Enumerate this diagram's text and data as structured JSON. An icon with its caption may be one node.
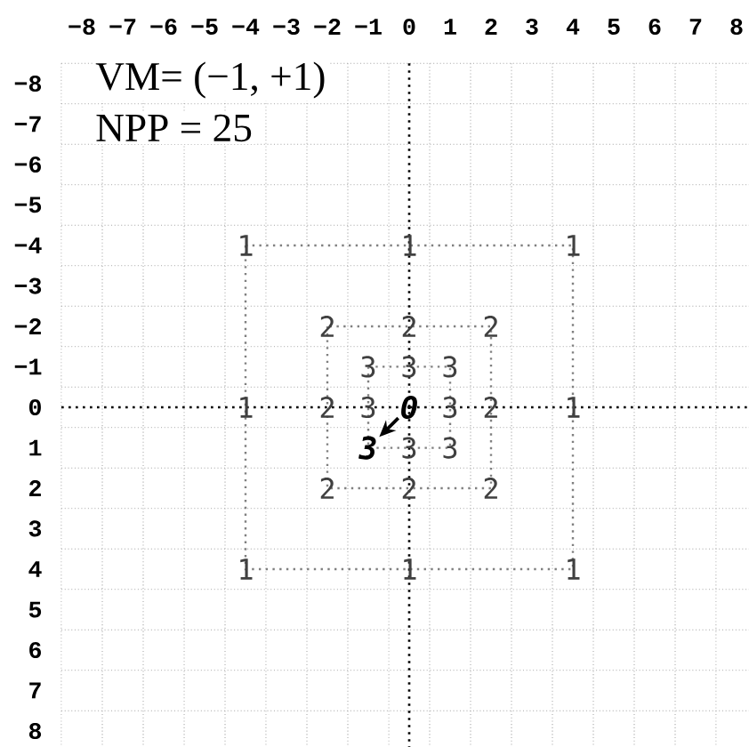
{
  "diagram": {
    "nodes": [
      {
        "text": [
          "0"
        ]
      },
      {
        "text": [
          "3"
        ]
      }
    ],
    "edges": [
      {
        "from": 0,
        "to": 1,
        "arrow": "to"
      }
    ],
    "labels": [
      "−8",
      "−7",
      "−6",
      "−5",
      "−4",
      "−3",
      "−2",
      "−1",
      "0",
      "1",
      "2",
      "3",
      "4",
      "5",
      "6",
      "7",
      "8",
      "−8",
      "−7",
      "−6",
      "−5",
      "−4",
      "−3",
      "−2",
      "−1",
      "0",
      "1",
      "2",
      "3",
      "4",
      "5",
      "6",
      "7",
      "8",
      "VM= (−1, +1)",
      "NPP = 25",
      "1",
      "1",
      "1",
      "2",
      "2",
      "2",
      "3",
      "3",
      "3",
      "1",
      "2",
      "3",
      "3",
      "2",
      "1",
      "3",
      "3",
      "2",
      "2",
      "2",
      "1",
      "1",
      "1"
    ]
  }
}
